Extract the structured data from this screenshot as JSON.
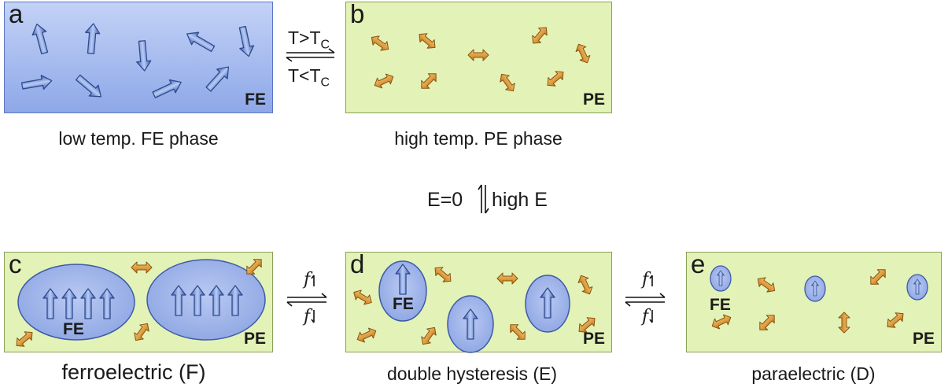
{
  "panels": {
    "a": {
      "label": "a",
      "tag": "FE",
      "caption": "low temp. FE phase"
    },
    "b": {
      "label": "b",
      "tag": "PE",
      "caption": "high temp. PE phase"
    },
    "c": {
      "label": "c",
      "tag": "PE",
      "inner_tag": "FE",
      "caption": "ferroelectric (F)"
    },
    "d": {
      "label": "d",
      "tag": "PE",
      "inner_tag": "FE",
      "caption": "double hysteresis (E)"
    },
    "e": {
      "label": "e",
      "tag": "PE",
      "inner_tag": "FE",
      "caption": "paraelectric (D)"
    }
  },
  "transitions": {
    "temp_forward": "T>T",
    "temp_backward": "T<T",
    "temp_sub": "C",
    "field_left": "E=0",
    "field_right": "high E",
    "f_symbol": "f"
  },
  "colors": {
    "green_panel": "#e3f2b6",
    "blue_panel": "#9fb6ee",
    "domain_fill": "#a3b8ec",
    "dipole_orange": "#e8a03c",
    "dipole_blue": "#6f8fd8"
  }
}
